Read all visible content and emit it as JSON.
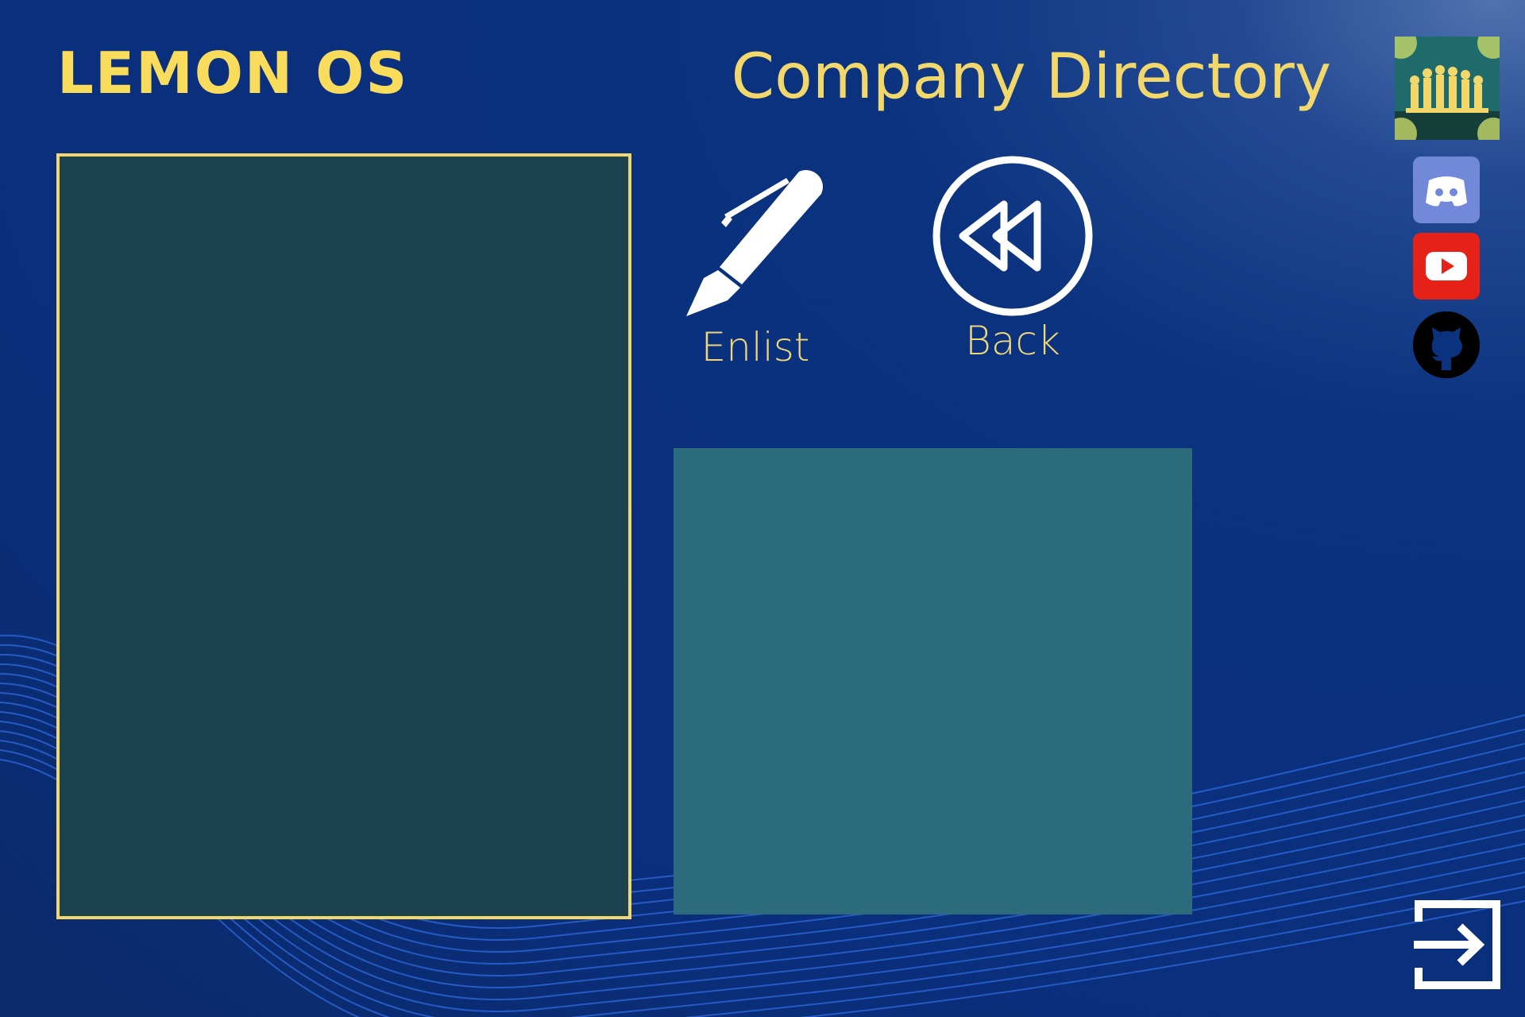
{
  "app": {
    "brand": "LEMON OS",
    "title": "Company Directory"
  },
  "actions": {
    "enlist": {
      "label": "Enlist",
      "icon": "pen-icon"
    },
    "back": {
      "label": "Back",
      "icon": "rewind-icon"
    }
  },
  "social": [
    {
      "name": "avatar",
      "icon": "soldiers-avatar"
    },
    {
      "name": "discord",
      "icon": "discord-icon",
      "color": "#7289da"
    },
    {
      "name": "youtube",
      "icon": "youtube-icon",
      "color": "#e62117"
    },
    {
      "name": "github",
      "icon": "github-icon",
      "color": "#000000"
    }
  ],
  "exit_icon": "exit-icon",
  "colors": {
    "accent": "#f9dc5c",
    "background": "#0a327e",
    "panel_left": "#1c424f",
    "panel_right": "#2b6b7c"
  }
}
